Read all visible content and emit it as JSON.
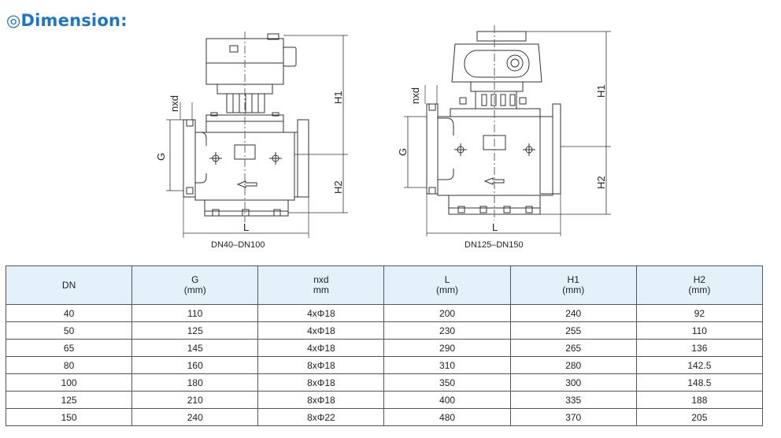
{
  "title": "◎Dimension:",
  "drawings": {
    "left_caption": "DN40–DN100",
    "right_caption": "DN125–DN150",
    "labels": {
      "nxd": "nxd",
      "G": "G",
      "H1": "H1",
      "H2": "H2",
      "L": "L"
    }
  },
  "table": {
    "headers": [
      {
        "label": "DN",
        "unit": ""
      },
      {
        "label": "G",
        "unit": "(mm)"
      },
      {
        "label": "nxd",
        "unit": "mm"
      },
      {
        "label": "L",
        "unit": "(mm)"
      },
      {
        "label": "H1",
        "unit": "(mm)"
      },
      {
        "label": "H2",
        "unit": "(mm)"
      }
    ],
    "rows": [
      [
        "40",
        "110",
        "4xΦ18",
        "200",
        "240",
        "92"
      ],
      [
        "50",
        "125",
        "4xΦ18",
        "230",
        "255",
        "110"
      ],
      [
        "65",
        "145",
        "4xΦ18",
        "290",
        "265",
        "136"
      ],
      [
        "80",
        "160",
        "8xΦ18",
        "310",
        "280",
        "142.5"
      ],
      [
        "100",
        "180",
        "8xΦ18",
        "350",
        "300",
        "148.5"
      ],
      [
        "125",
        "210",
        "8xΦ18",
        "400",
        "335",
        "188"
      ],
      [
        "150",
        "240",
        "8xΦ22",
        "480",
        "370",
        "205"
      ]
    ]
  }
}
